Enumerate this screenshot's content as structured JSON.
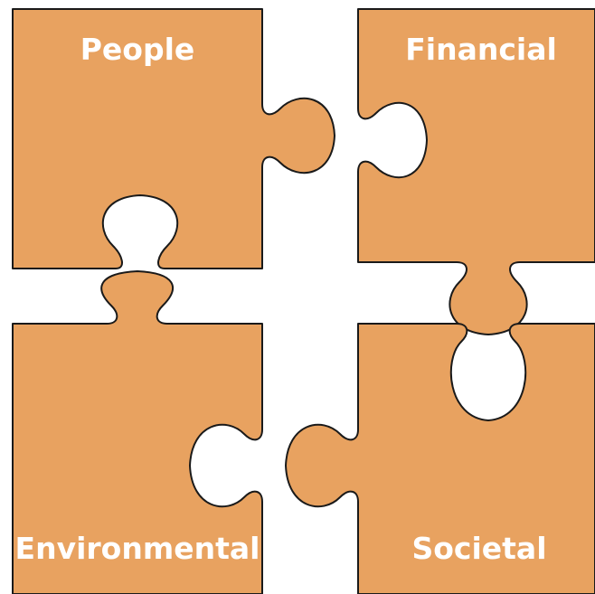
{
  "diagram": {
    "pieces": [
      {
        "id": "people",
        "label": "People"
      },
      {
        "id": "financial",
        "label": "Financial"
      },
      {
        "id": "environmental",
        "label": "Environmental"
      },
      {
        "id": "societal",
        "label": "Societal"
      }
    ]
  },
  "colors": {
    "piece_fill": "#E8A260",
    "piece_stroke": "#1A1A1A",
    "label_text": "#FFFFFF",
    "background": "#FFFFFF"
  }
}
